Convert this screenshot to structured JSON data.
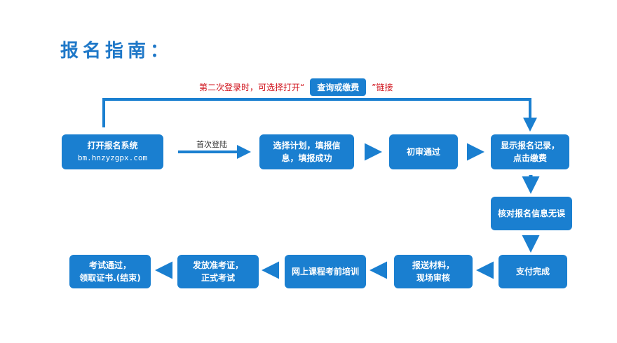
{
  "title": "报名指南：",
  "note": {
    "before": "第二次登录时，可选择打开“",
    "button": "查询或缴费",
    "after": "”链接"
  },
  "edge_label_first": "首次登陆",
  "nodes": {
    "open_system": {
      "line1": "打开报名系统",
      "line2": "bm.hnzyzgpx.com"
    },
    "select_plan": {
      "line1": "选择计划，填报信",
      "line2": "息，填报成功"
    },
    "initial_review": {
      "line1": "初审通过"
    },
    "show_record": {
      "line1": "显示报名记录，",
      "line2": "点击缴费"
    },
    "verify_info": {
      "line1": "核对报名信息无误"
    },
    "payment": {
      "line1": "支付完成"
    },
    "submit_materials": {
      "line1": "报送材料，",
      "line2": "现场审核"
    },
    "online_training": {
      "line1": "网上课程考前培训"
    },
    "issue_ticket": {
      "line1": "发放准考证，",
      "line2": "正式考试"
    },
    "pass_exam": {
      "line1": "考试通过，",
      "line2": "领取证书.(结束)"
    }
  },
  "colors": {
    "accent": "#1a7fd0",
    "title": "#1f78c8",
    "note": "#d0121b"
  }
}
